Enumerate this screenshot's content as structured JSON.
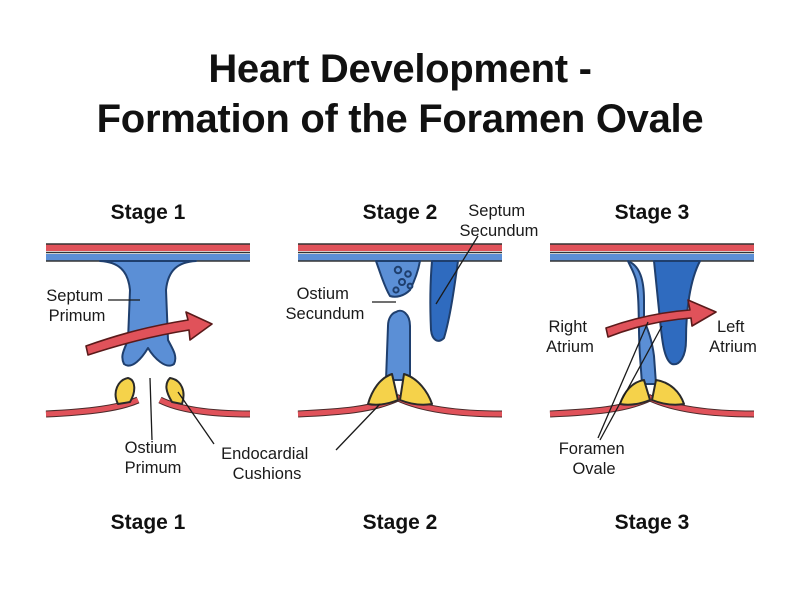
{
  "title": {
    "line1": "Heart Development -",
    "line2": "Formation of the Foramen Ovale"
  },
  "stages": {
    "top": [
      "Stage 1",
      "Stage 2",
      "Stage 3"
    ],
    "bottom": [
      "Stage 1",
      "Stage 2",
      "Stage 3"
    ]
  },
  "labels": {
    "septum_primum": [
      "Septum",
      "Primum"
    ],
    "ostium_primum": [
      "Ostium",
      "Primum"
    ],
    "endocardial_cushions": [
      "Endocardial",
      "Cushions"
    ],
    "ostium_secundum": [
      "Ostium",
      "Secundum"
    ],
    "septum_secundum": [
      "Septum",
      "Secundum"
    ],
    "right_atrium": [
      "Right",
      "Atrium"
    ],
    "left_atrium": [
      "Left",
      "Atrium"
    ],
    "foramen_ovale": [
      "Foramen",
      "Ovale"
    ]
  },
  "colors": {
    "septum_primum": "#5b8fd6",
    "septum_secundum": "#2f6bbf",
    "endocardial_cushion": "#f5d24a",
    "wall": "#e0525a",
    "blood_flow_arrow": "#e0525a"
  }
}
